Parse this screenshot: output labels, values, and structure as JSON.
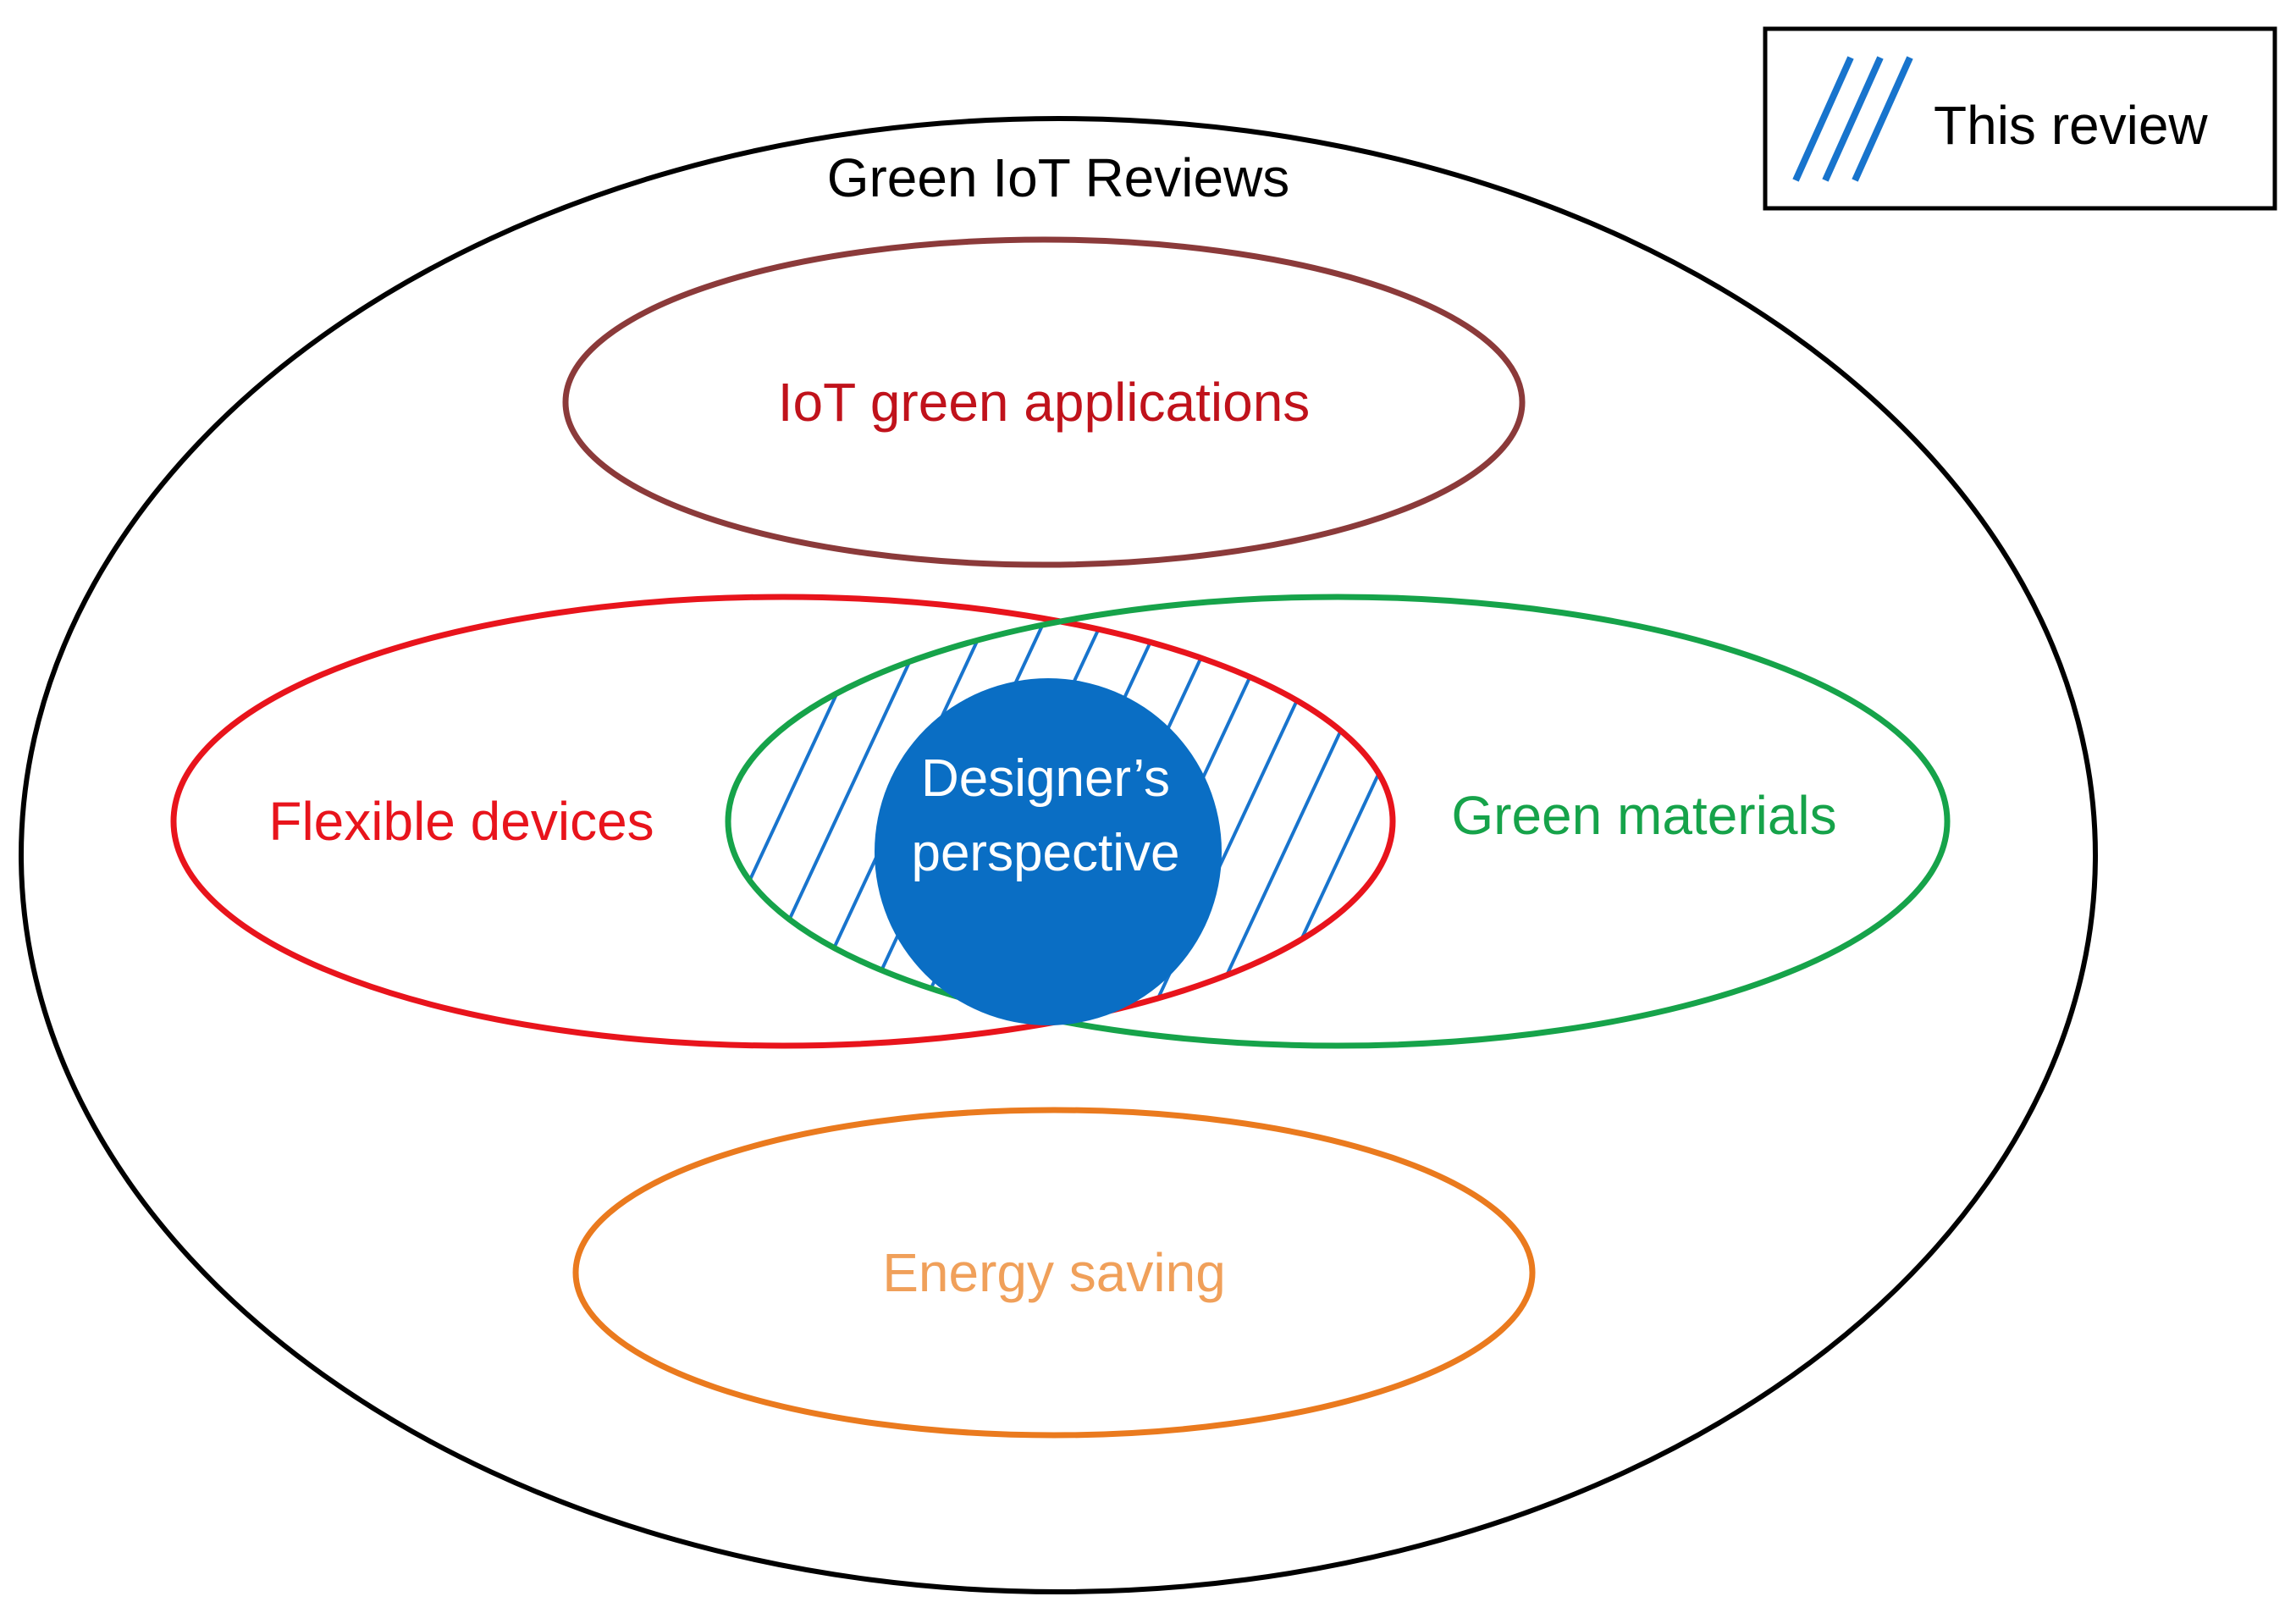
{
  "legend": {
    "label": "This review",
    "hatch_color": "#1874cd",
    "border_color": "#000000"
  },
  "outer": {
    "label": "Green IoT Reviews",
    "color": "#000000"
  },
  "sets": {
    "applications": {
      "label": "IoT green applications",
      "color": "#8b3a3a",
      "text_color": "#c0121b"
    },
    "flexible": {
      "label": "Flexible devices",
      "color": "#e8141c",
      "text_color": "#e8141c"
    },
    "materials": {
      "label": "Green materials",
      "color": "#16a34a",
      "text_color": "#16a34a"
    },
    "energy": {
      "label": "Energy saving",
      "color": "#ea7a1e",
      "text_color": "#f0a05a"
    }
  },
  "center": {
    "line1": "Designer’s",
    "line2": "perspective",
    "fill": "#0a6ec4",
    "text_color": "#ffffff"
  }
}
